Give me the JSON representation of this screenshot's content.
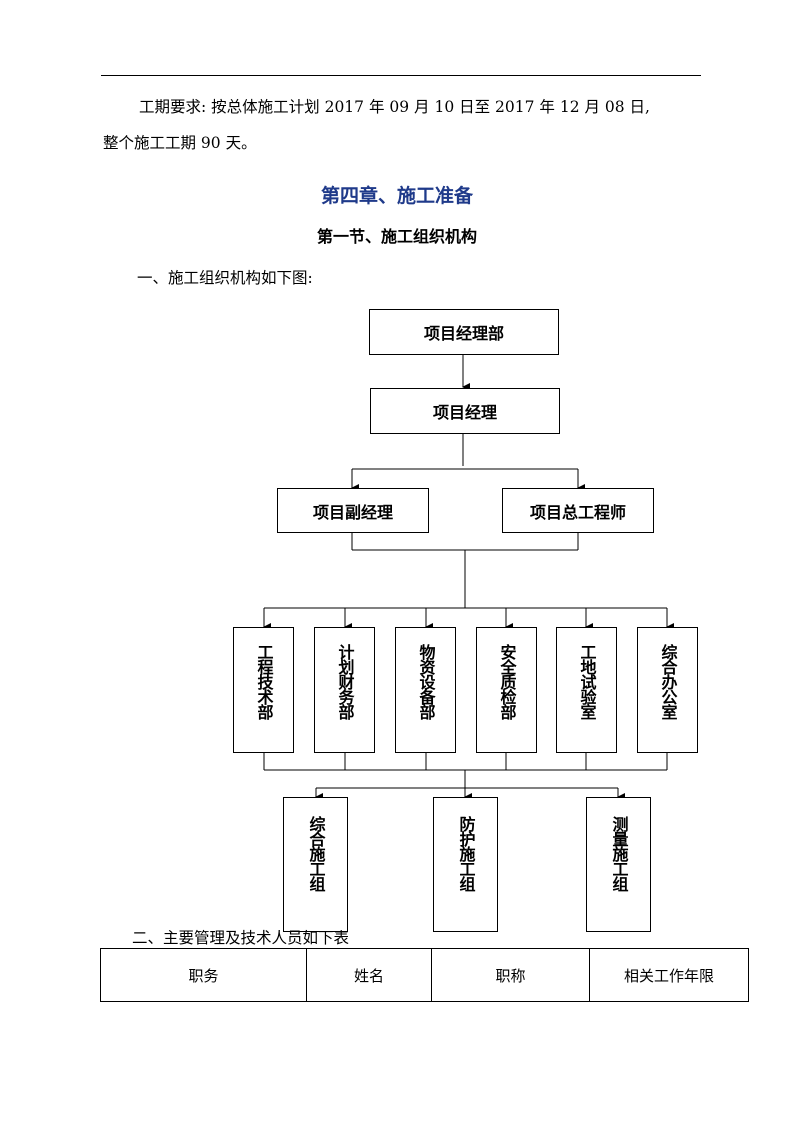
{
  "schedule": {
    "line1": "工期要求: 按总体施工计划 2017 年 09 月 10 日至 2017 年 12 月 08 日,",
    "line2": "整个施工工期 90 天。"
  },
  "chapter_title": "第四章、施工准备",
  "section_title": "第一节、施工组织机构",
  "intro_org": "一、施工组织机构如下图:",
  "org_chart": {
    "top": "项目经理部",
    "manager": "项目经理",
    "deputy": "项目副经理",
    "chief_engineer": "项目总工程师",
    "departments": [
      "工程技术部",
      "计划财务部",
      "物资设备部",
      "安全质检部",
      "工地试验室",
      "综合办公室"
    ],
    "teams": [
      "综合施工组",
      "防护施工组",
      "测量施工组"
    ]
  },
  "intro_staff": "二、主要管理及技术人员如下表",
  "staff_table": {
    "headers": [
      "职务",
      "姓名",
      "职称",
      "相关工作年限"
    ]
  }
}
